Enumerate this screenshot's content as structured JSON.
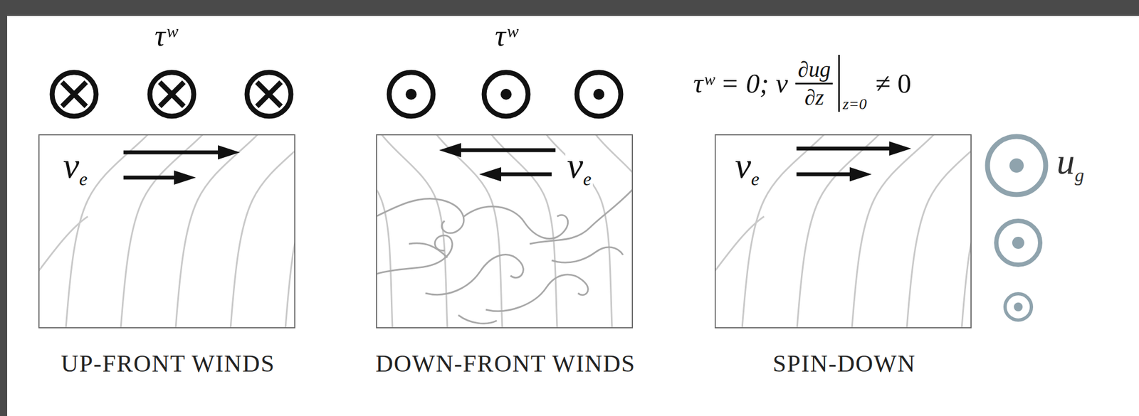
{
  "diagram": {
    "nodes": [
      {
        "text": [
          "ve",
          "UP-FRONT WINDS"
        ]
      },
      {
        "text": [
          "ve",
          "DOWN-FRONT WINDS"
        ]
      },
      {
        "text": [
          "ve",
          "SPIN-DOWN"
        ]
      }
    ],
    "labels": [
      "τʷ",
      "τʷ",
      "τʷ = 0; ν",
      "∂ug",
      "∂z",
      "z=0",
      "≠ 0",
      "ug"
    ]
  }
}
